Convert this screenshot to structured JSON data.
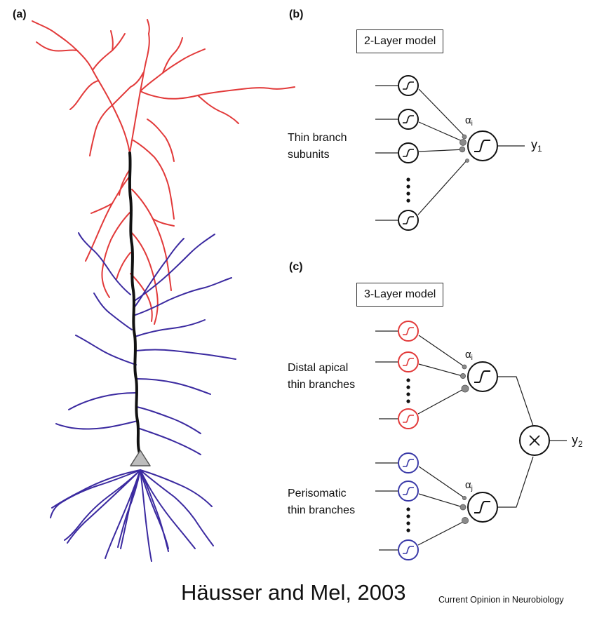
{
  "panels": {
    "a": {
      "letter": "(a)"
    },
    "b": {
      "letter": "(b)",
      "model_title": "2-Layer model",
      "subunits_label_line1": "Thin branch",
      "subunits_label_line2": "subunits",
      "weight_symbol": "α",
      "weight_index": "i",
      "output_symbol": "y",
      "output_index": "1"
    },
    "c": {
      "letter": "(c)",
      "model_title": "3-Layer model",
      "distal_label_line1": "Distal apical",
      "distal_label_line2": "thin branches",
      "perisomatic_label_line1": "Perisomatic",
      "perisomatic_label_line2": "thin branches",
      "weight_symbol_upper": "α",
      "weight_index_upper": "i",
      "weight_symbol_lower": "α",
      "weight_index_lower": "j",
      "output_symbol": "y",
      "output_index": "2"
    }
  },
  "footer": {
    "citation": "Häusser and Mel, 2003",
    "journal": "Current Opinion in Neurobiology"
  },
  "colors": {
    "apical_dendrites": "#e23a3a",
    "basal_dendrites": "#3b2aa0",
    "trunk": "#111111",
    "soma": "#bdbdbd",
    "distal_units": "#e23a3a",
    "perisomatic_units": "#3a3aa8",
    "synapse": "#8a8a8a"
  }
}
